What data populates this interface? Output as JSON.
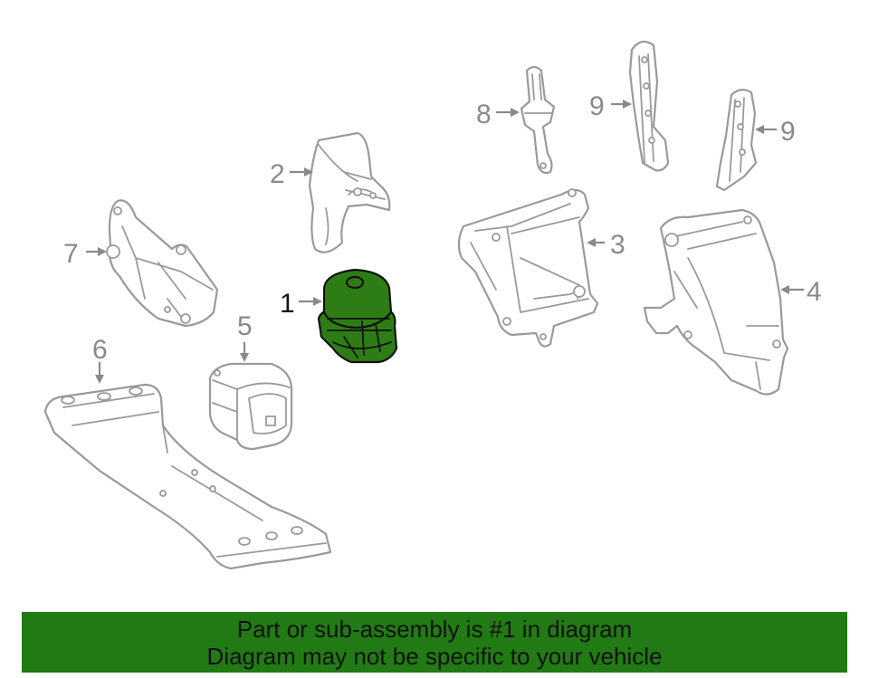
{
  "callouts": {
    "c1": "1",
    "c2": "2",
    "c3": "3",
    "c4": "4",
    "c5": "5",
    "c6": "6",
    "c7": "7",
    "c8": "8",
    "c9a": "9",
    "c9b": "9"
  },
  "highlight": {
    "part": "1",
    "color": "#2e7d14"
  },
  "banner": {
    "line1": "Part or sub-assembly is #1 in diagram",
    "line2": "Diagram may not be specific to your vehicle",
    "background": "#217a13"
  }
}
